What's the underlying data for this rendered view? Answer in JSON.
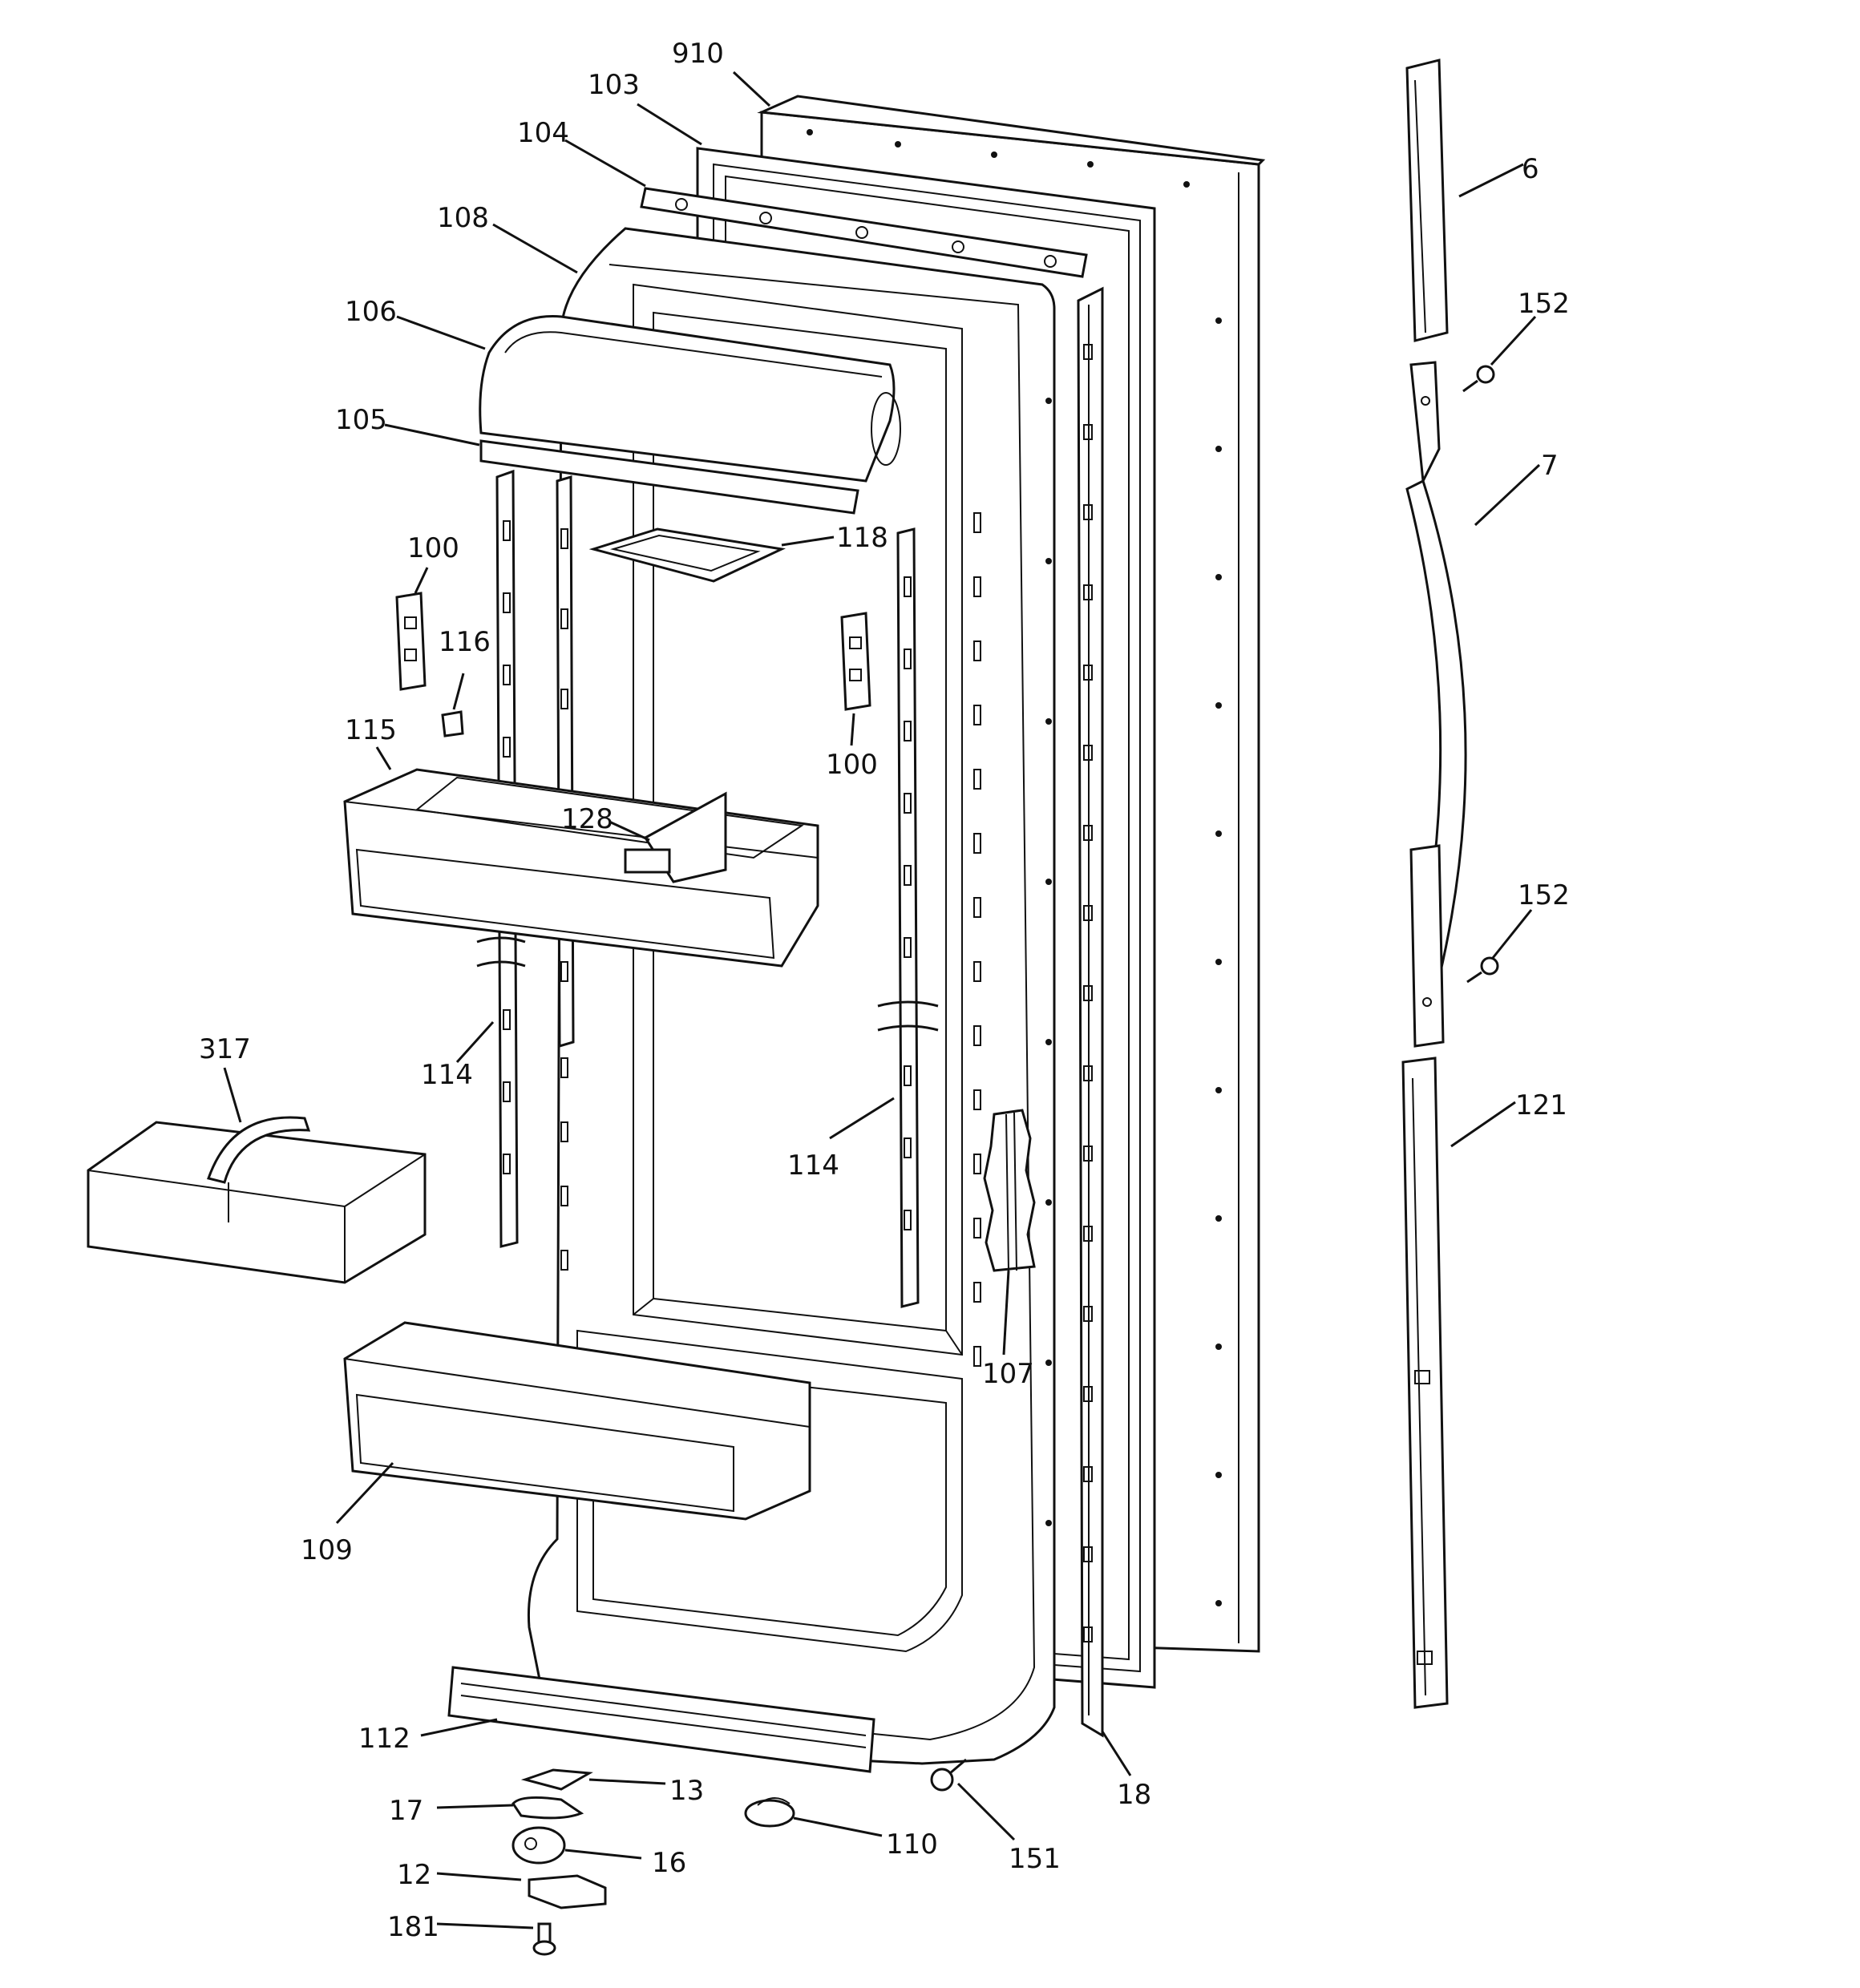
{
  "labels": {
    "l910": "910",
    "l103": "103",
    "l104": "104",
    "l108": "108",
    "l106": "106",
    "l105": "105",
    "l118": "118",
    "l100a": "100",
    "l116": "116",
    "l115": "115",
    "l128": "128",
    "l100b": "100",
    "l317": "317",
    "l114a": "114",
    "l114b": "114",
    "l107": "107",
    "l109": "109",
    "l112": "112",
    "l13": "13",
    "l17": "17",
    "l16": "16",
    "l110": "110",
    "l151": "151",
    "l18": "18",
    "l12": "12",
    "l181": "181",
    "l6": "6",
    "l152a": "152",
    "l7": "7",
    "l152b": "152",
    "l121": "121"
  }
}
